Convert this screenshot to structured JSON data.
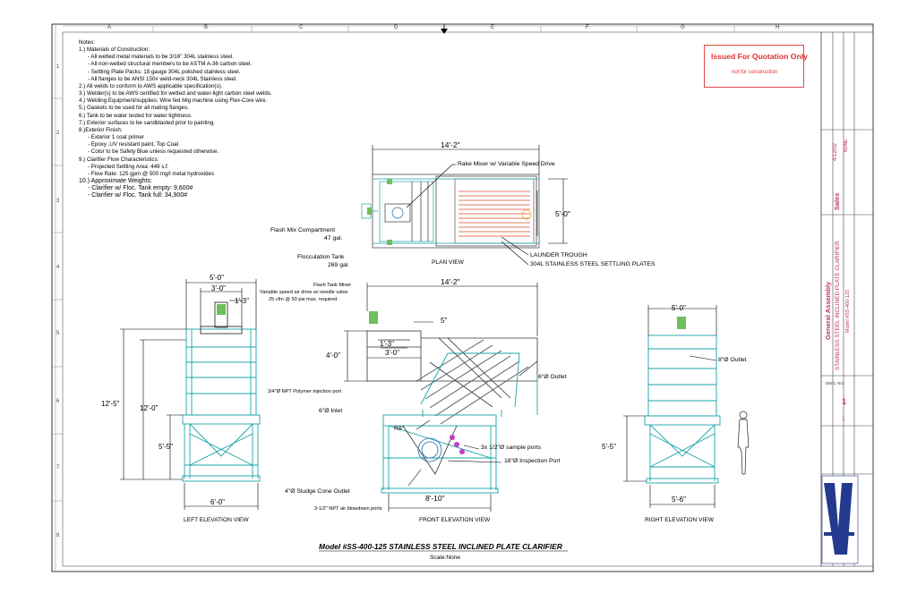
{
  "notes": {
    "heading": "Notes:",
    "lines": [
      "1.) Materials of Construction:",
      "- All wetted metal materials to be 3/16\" 304L stainless steel.",
      "- All non-wetted structural members to be ASTM A-36 carbon steel.",
      "- Settling Plate Packs: 18 gauge 304L polished stainless steel.",
      "- All flanges to be ANSI 150# weld-neck 304L Stainless steel.",
      "2.) All welds to conform to AWS applicable specification(s).",
      "3.) Welder(s) to be AWS certified for wetted and water-light carbon steel welds.",
      "4.) Welding Equipment/supplies: Wire fed Mig machine using Flex-Core wire.",
      "5.) Gaskets to be used for all mating flanges.",
      "6.) Tank to be water tested for water tightness.",
      "7.) Exterior surfaces to be sandblasted prior to painting.",
      "8.)Exterior Finish:",
      "- Exterior 1 coat primer",
      "- Epoxy ,UV resistant paint, Top Coat",
      "- Color to be Safety Blue unless requested otherwise.",
      "9.) Clarifier Flow Characteristics:",
      "- Projected Settling Area: 449 s.f.",
      "- Flow Rate: 125 gpm @ 500 mg/l metal hydroxides",
      "10.) Approximate Weights:",
      "- Clarifier w/ Floc. Tank empty: 9,600#",
      "- Clarifier w/ Floc. Tank full: 34,900#"
    ]
  },
  "stamp": {
    "title": "Issued For Quotation Only",
    "subtitle": "not for construction"
  },
  "grid": {
    "columns": [
      "A",
      "B",
      "C",
      "D",
      "E",
      "F",
      "G",
      "H"
    ],
    "rows": [
      "1",
      "2",
      "3",
      "4",
      "5",
      "6",
      "7",
      "8"
    ]
  },
  "labels": {
    "plan_dim_width": "14'-2\"",
    "plan_dim_height": "5'-0\"",
    "rake_mixer": "Rake Mixer w/ Variable Speed Drive",
    "flash_mix": "Flash Mix Compartment",
    "flash_mix_vol": "47 gal.",
    "floc_tank": "Flocculation Tank",
    "floc_tank_vol": "269 gal.",
    "launder": "LAUNDER TROUGH",
    "settling_plates": "304L STAINLESS STEEL SETTLING PLATES",
    "plan_view": "PLAN VIEW",
    "left_w": "5'-0\"",
    "left_inner": "3'-0\"",
    "left_13": "1'-3\"",
    "left_h1": "12'-5\"",
    "left_h2": "12'-0\"",
    "left_h3": "5'-5\"",
    "left_base": "6'-0\"",
    "left_view": "LEFT ELEVATION VIEW",
    "front_w": "14'-2\"",
    "flash_mixer_1": "Flash Tank Mixer",
    "flash_mixer_2": "Variable speed air drive w/ needle valve",
    "flash_mixer_3": "25 cfm @ 50 psi max. required",
    "front_5": "5\"",
    "front_40": "4'-0\"",
    "front_13": "1'-3\"",
    "front_30": "3'-0\"",
    "polymer": "3/4\"Ø NPT Polymer injection port",
    "inlet": "6\"Ø Inlet",
    "outlet_front": "6\"Ø Outlet",
    "r9": "R9\"",
    "sample_ports": "3x 1/2\"Ø sample ports",
    "inspection": "18\"Ø Inspection Port",
    "sludge": "4\"Ø Sludge Cone Outlet",
    "blowdown": "3-1/2\" NPT air blowdown ports",
    "front_base": "8'-10\"",
    "front_view": "FRONT ELEVATION VIEW",
    "right_w": "5'-0\"",
    "outlet_right": "8\"Ø Outlet",
    "right_h": "5'-5\"",
    "right_base": "5'-6\"",
    "right_view": "RIGHT ELEVATION VIEW"
  },
  "title": {
    "model": "Model #SS-400-125 STAINLESS STEEL INCLINED PLATE CLARIFIER",
    "scale": "Scale:None"
  },
  "title_block": {
    "project": "General Assembly",
    "desc": "STAINLESS STEEL INCLINED PLATE CLARIFIER",
    "model": "Model #SS-400-125",
    "sales": "Sales",
    "date": "4/12/02",
    "dwg_no_label": "DWG. NO.",
    "dwg_no": "1",
    "sheet": "1",
    "scale": "NONE"
  },
  "colors": {
    "steel": "#1aa3a8",
    "tank": "#2a2a2a",
    "plate": "#e07a5f",
    "stamp": "#e03030",
    "title_block_text": "#c0306a",
    "logo": "#233a8e"
  }
}
